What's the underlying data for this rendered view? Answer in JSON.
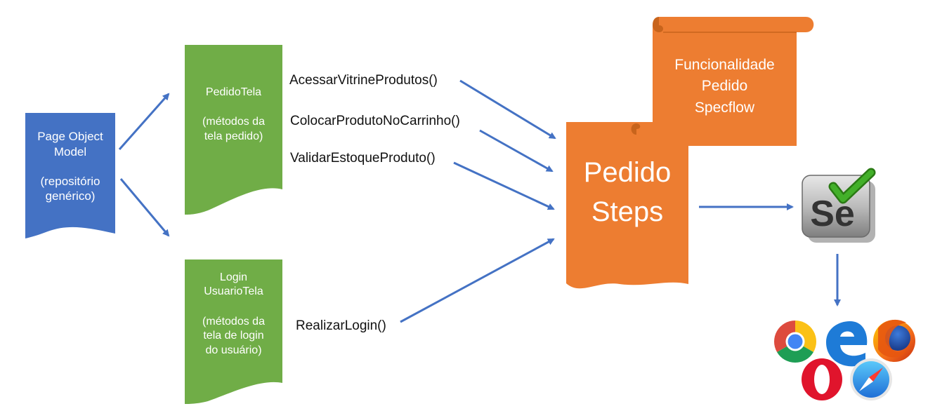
{
  "colors": {
    "blue_doc": "#4472c4",
    "green_doc": "#70ad47",
    "orange_doc": "#ed7d31",
    "orange_dark": "#c8641c",
    "arrow": "#4472c4",
    "selenium_green": "#43b02a"
  },
  "page_object": {
    "line1": "Page Object",
    "line2": "Model",
    "line3": "(repositório",
    "line4": "genérico)"
  },
  "pedido_tela": {
    "title": "PedidoTela",
    "line1": "(métodos da",
    "line2": "tela pedido)"
  },
  "login_tela": {
    "title1": "Login",
    "title2": "UsuarioTela",
    "line1": "(métodos da",
    "line2": "tela de login",
    "line3": "do usuário)"
  },
  "methods": {
    "acessar": "AcessarVitrineProdutos()",
    "colocar": "ColocarProdutoNoCarrinho()",
    "validar": "ValidarEstoqueProduto()",
    "realizar": "RealizarLogin()"
  },
  "funcionalidade": {
    "line1": "Funcionalidade",
    "line2": "Pedido",
    "line3": "Specflow"
  },
  "steps": {
    "line1": "Pedido",
    "line2": "Steps"
  },
  "logos": {
    "selenium_text": "Se",
    "selenium_icon": "selenium-logo-icon",
    "browsers": [
      "chrome-icon",
      "edge-icon",
      "firefox-icon",
      "opera-icon",
      "safari-icon"
    ]
  }
}
